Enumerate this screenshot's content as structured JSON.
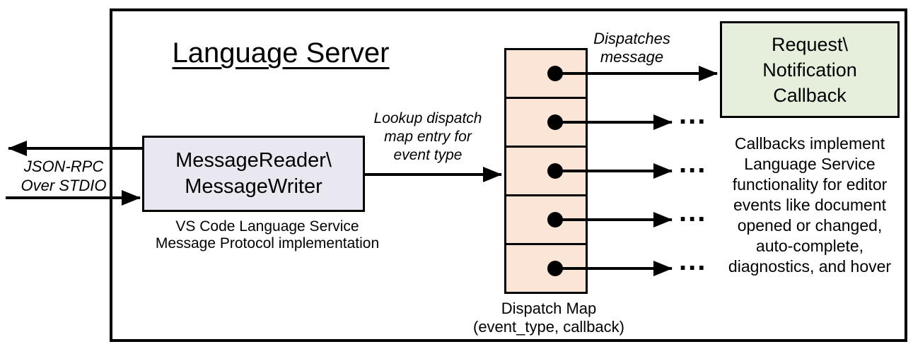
{
  "title": "Language Server",
  "io_arrows_label": {
    "line1": "JSON-RPC",
    "line2": "Over STDIO"
  },
  "message_box": {
    "line1": "MessageReader\\",
    "line2": "MessageWriter"
  },
  "message_box_caption": {
    "line1": "VS Code Language Service",
    "line2": "Message Protocol implementation"
  },
  "lookup_arrow_label": {
    "line1": "Lookup dispatch",
    "line2": "map entry for",
    "line3": "event type"
  },
  "dispatch_map": {
    "caption_line1": "Dispatch Map",
    "caption_line2": "(event_type, callback)"
  },
  "dispatch_arrow_label": {
    "line1": "Dispatches",
    "line2": "message"
  },
  "callback_box": {
    "line1": "Request\\",
    "line2": "Notification",
    "line3": "Callback"
  },
  "ellipsis": "...",
  "callbacks_note": {
    "line1": "Callbacks implement",
    "line2": "Language Service",
    "line3": "functionality for editor",
    "line4": "events like document",
    "line5": "opened or changed,",
    "line6": "auto-complete,",
    "line7": "diagnostics, and hover"
  },
  "colors": {
    "message_box_fill": "#e9e7f0",
    "dispatch_map_fill": "#fbe5d6",
    "callback_box_fill": "#e5efdc",
    "line_color": "#000000"
  }
}
